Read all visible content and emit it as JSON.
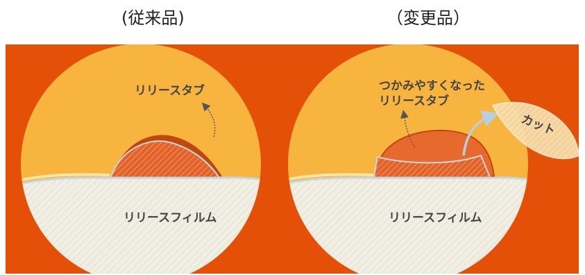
{
  "captions": {
    "left": "(従来品)",
    "right": "（変更品）"
  },
  "left_panel": {
    "tab_label": "リリースタブ",
    "film_label": "リリースフィルム"
  },
  "right_panel": {
    "tab_label_line1": "つかみやすくなった",
    "tab_label_line2": "リリースタブ",
    "film_label": "リリースフィルム",
    "cut_label": "カット"
  },
  "arrow_icon": "play-triangle-icon",
  "colors": {
    "background": "#E55008",
    "disc": "#F7B43E",
    "tab": "#E8692E",
    "film": "#F1EEE3",
    "outline": "#C9D6DF"
  }
}
